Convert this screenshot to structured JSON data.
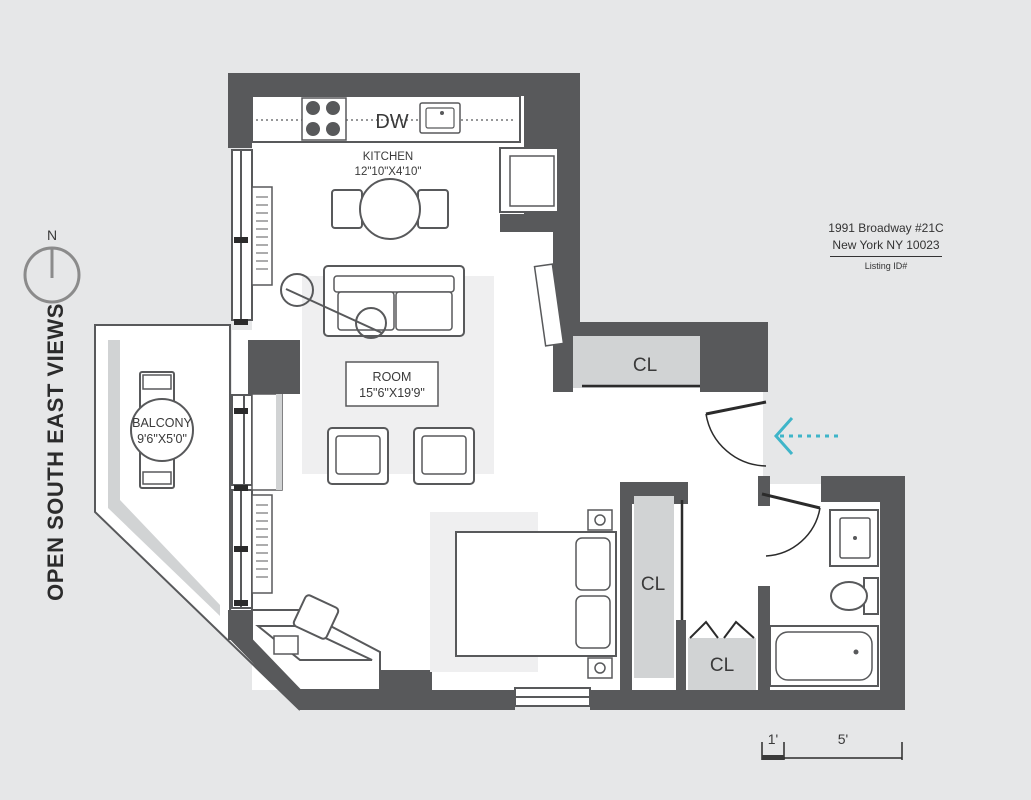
{
  "compass": {
    "label": "N"
  },
  "side_title": "OPEN SOUTH EAST VIEWS",
  "address": {
    "line1": "1991 Broadway #21C",
    "line2": "New York NY 10023",
    "listing": "Listing ID#"
  },
  "rooms": {
    "kitchen": {
      "name": "KITCHEN",
      "dims": "12\"10\"X4'10\""
    },
    "room": {
      "name": "ROOM",
      "dims": "15\"6\"X19'9\""
    },
    "balcony": {
      "name": "BALCONY",
      "dims": "9'6\"X5'0\""
    },
    "dishwasher": "DW",
    "closet_top": "CL",
    "closet_mid": "CL",
    "closet_small": "CL"
  },
  "scale": {
    "small": "1'",
    "large": "5'"
  },
  "colors": {
    "wall": "#58595b",
    "background": "#e6e7e8",
    "floor": "#ffffff",
    "closet": "#d1d3d4",
    "entry_arrow": "#3fb5c9"
  }
}
